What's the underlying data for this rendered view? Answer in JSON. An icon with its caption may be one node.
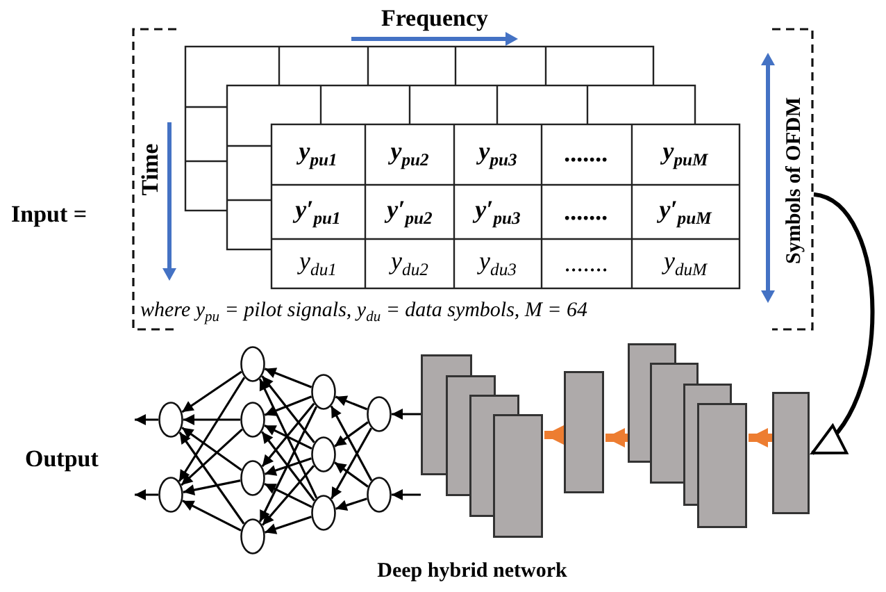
{
  "diagram": {
    "nodes": [
      {
        "text": [],
        "shape": "box"
      },
      {
        "text": [],
        "shape": "box"
      },
      {
        "text": [],
        "shape": "box"
      },
      {
        "text": [],
        "shape": "box"
      },
      {
        "text": [],
        "shape": "box"
      },
      {
        "text": [],
        "shape": "circle"
      },
      {
        "text": [],
        "shape": "circle"
      },
      {
        "text": [],
        "shape": "circle"
      },
      {
        "text": [],
        "shape": "circle"
      },
      {
        "text": [],
        "shape": "circle"
      },
      {
        "text": [],
        "shape": "circle"
      },
      {
        "text": [],
        "shape": "circle"
      },
      {
        "text": [],
        "shape": "circle"
      },
      {
        "text": [],
        "shape": "circle"
      },
      {
        "text": [],
        "shape": "circle"
      },
      {
        "text": [],
        "shape": "circle"
      }
    ],
    "edges": [
      {
        "from": 0,
        "to": 1,
        "arrow": "to"
      },
      {
        "from": 1,
        "to": 2,
        "arrow": "to",
        "style": "thick",
        "color": "#ed7d31"
      },
      {
        "from": 2,
        "to": 3,
        "arrow": "to",
        "style": "thick",
        "color": "#ed7d31"
      },
      {
        "from": 3,
        "to": 4,
        "arrow": "to",
        "style": "thick",
        "color": "#ed7d31"
      },
      {
        "from": 4,
        "to": 5,
        "arrow": "to"
      },
      {
        "from": 4,
        "to": 6,
        "arrow": "to"
      },
      {
        "from": 5,
        "to": 7,
        "arrow": "to"
      },
      {
        "from": 5,
        "to": 8,
        "arrow": "to"
      },
      {
        "from": 5,
        "to": 9,
        "arrow": "to"
      },
      {
        "from": 6,
        "to": 7,
        "arrow": "to"
      },
      {
        "from": 6,
        "to": 8,
        "arrow": "to"
      },
      {
        "from": 6,
        "to": 9,
        "arrow": "to"
      },
      {
        "from": 7,
        "to": 10,
        "arrow": "to"
      },
      {
        "from": 7,
        "to": 11,
        "arrow": "to"
      },
      {
        "from": 7,
        "to": 12,
        "arrow": "to"
      },
      {
        "from": 7,
        "to": 13,
        "arrow": "to"
      },
      {
        "from": 8,
        "to": 10,
        "arrow": "to"
      },
      {
        "from": 8,
        "to": 11,
        "arrow": "to"
      },
      {
        "from": 8,
        "to": 12,
        "arrow": "to"
      },
      {
        "from": 8,
        "to": 13,
        "arrow": "to"
      },
      {
        "from": 9,
        "to": 10,
        "arrow": "to"
      },
      {
        "from": 9,
        "to": 11,
        "arrow": "to"
      },
      {
        "from": 9,
        "to": 12,
        "arrow": "to"
      },
      {
        "from": 9,
        "to": 13,
        "arrow": "to"
      },
      {
        "from": 10,
        "to": 14,
        "arrow": "to"
      },
      {
        "from": 10,
        "to": 15,
        "arrow": "to"
      },
      {
        "from": 11,
        "to": 14,
        "arrow": "to"
      },
      {
        "from": 11,
        "to": 15,
        "arrow": "to"
      },
      {
        "from": 12,
        "to": 14,
        "arrow": "to"
      },
      {
        "from": 12,
        "to": 15,
        "arrow": "to"
      },
      {
        "from": 13,
        "to": 14,
        "arrow": "to"
      },
      {
        "from": 13,
        "to": 15,
        "arrow": "to"
      },
      {
        "from": 14,
        "to": null,
        "arrow": "to"
      },
      {
        "from": 15,
        "to": null,
        "arrow": "to"
      }
    ],
    "labels": [
      "Frequency",
      "Time",
      "y$_{pu1}$",
      "y$_{pu2}$",
      "y$_{pu3}$",
      ".......",
      "y$_{puM}$",
      "y′$_{pu1}$",
      "y′$_{pu2}$",
      "y′$_{pu3}$",
      ".......",
      "y′$_{puM}$",
      "y$_{du1}$",
      "y$_{du2}$",
      "y$_{du3}$",
      ".......",
      "y$_{duM}$",
      "Input =",
      "Symbols of OFDM",
      "where y$_{pu}$ = pilot signals, y$_{du}$ = data symbols, M = 64",
      "Output",
      "Deep hybrid network"
    ]
  }
}
